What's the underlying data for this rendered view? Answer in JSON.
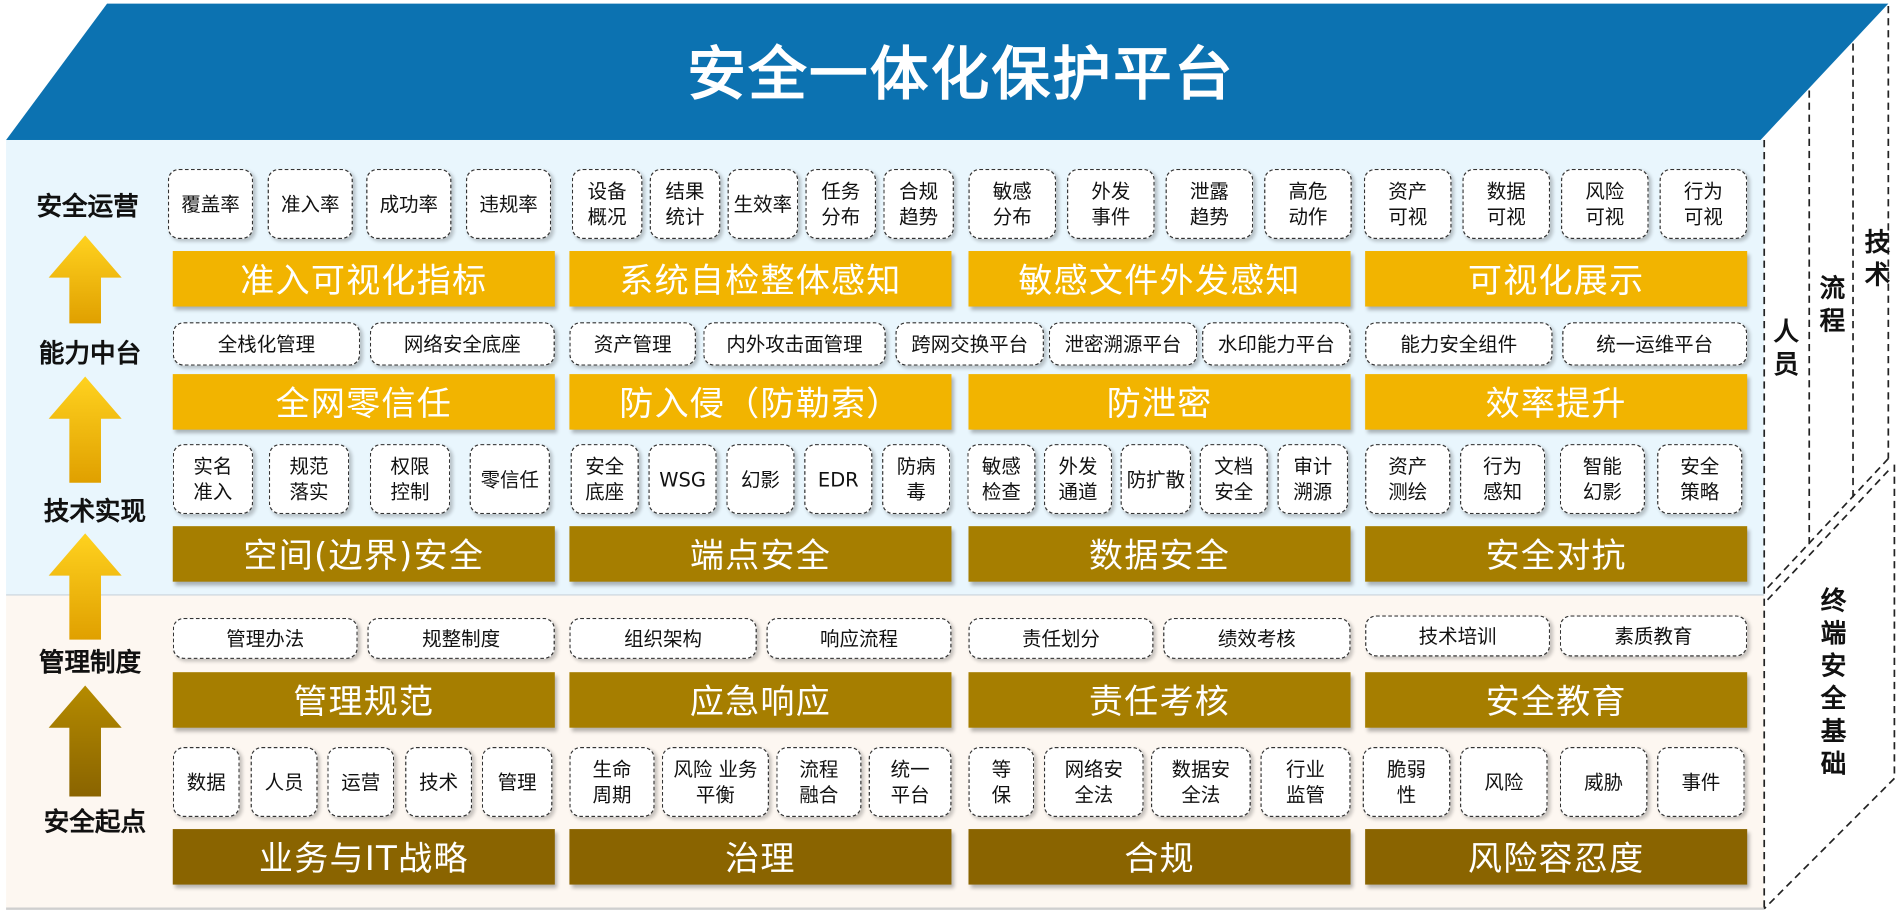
{
  "title": "安全一体化保护平台",
  "layer_labels": [
    "安全运营",
    "能力中台",
    "技术实现",
    "管理制度",
    "安全起点"
  ],
  "side_labels": [
    "人员",
    "流程",
    "技术",
    "终端安全基础"
  ],
  "groups": [
    {
      "level1": "准入可视化指标",
      "items1": [
        "覆盖率",
        "准入率",
        "成功率",
        "违规率"
      ],
      "items2": [
        "全栈化管理",
        "网络安全底座"
      ],
      "level2": "全网零信任",
      "items3": [
        "实名\n准入",
        "规范\n落实",
        "权限\n控制",
        "零信任"
      ],
      "level3": "空间(边界)安全",
      "items4": [
        "管理办法",
        "规整制度"
      ],
      "level4": "管理规范",
      "items5": [
        "数据",
        "人员",
        "运营",
        "技术",
        "管理"
      ],
      "level5": "业务与IT战略"
    },
    {
      "level1": "系统自检整体感知",
      "items1": [
        "设备\n概况",
        "结果\n统计",
        "生效率",
        "任务\n分布",
        "合规\n趋势"
      ],
      "items2": [
        "资产管理",
        "内外攻击面管理"
      ],
      "level2": "防入侵（防勒索）",
      "items3": [
        "安全\n底座",
        "WSG",
        "幻影",
        "EDR",
        "防病\n毒"
      ],
      "level3": "端点安全",
      "items4": [
        "组织架构",
        "响应流程"
      ],
      "level4": "应急响应",
      "items5": [
        "生命\n周期",
        "风险 业务\n平衡",
        "流程\n融合",
        "统一\n平台"
      ],
      "level5": "治理"
    },
    {
      "level1": "敏感文件外发感知",
      "items1": [
        "敏感\n分布",
        "外发\n事件",
        "泄露\n趋势",
        "高危\n动作"
      ],
      "items2": [
        "跨网交换平台",
        "泄密溯源平台",
        "水印能力平台"
      ],
      "level2": "防泄密",
      "items3": [
        "敏感\n检查",
        "外发\n通道",
        "防扩散",
        "文档\n安全",
        "审计\n溯源"
      ],
      "level3": "数据安全",
      "items4": [
        "责任划分",
        "绩效考核"
      ],
      "level4": "责任考核",
      "items5": [
        "等\n保",
        "网络安\n全法",
        "数据安\n全法",
        "行业\n监管"
      ],
      "level5": "合规"
    },
    {
      "level1": "可视化展示",
      "items1": [
        "资产\n可视",
        "数据\n可视",
        "风险\n可视",
        "行为\n可视"
      ],
      "items2": [
        "能力安全组件",
        "统一运维平台"
      ],
      "level2": "效率提升",
      "items3": [
        "资产\n测绘",
        "行为\n感知",
        "智能\n幻影",
        "安全\n策略"
      ],
      "level3": "安全对抗",
      "items4": [
        "技术培训",
        "素质教育"
      ],
      "level4": "安全教育",
      "items5": [
        "脆弱\n性",
        "风险",
        "威胁",
        "事件"
      ],
      "level5": "风险容忍度"
    }
  ],
  "colors": {
    "roof": "#0c72b1",
    "upper_panel": "#e9f6fd",
    "lower_panel": "#fdf7f1",
    "gold_bar": "#f2b400",
    "brown_bar": "#a67e00",
    "dark_bar": "#8a6400"
  }
}
